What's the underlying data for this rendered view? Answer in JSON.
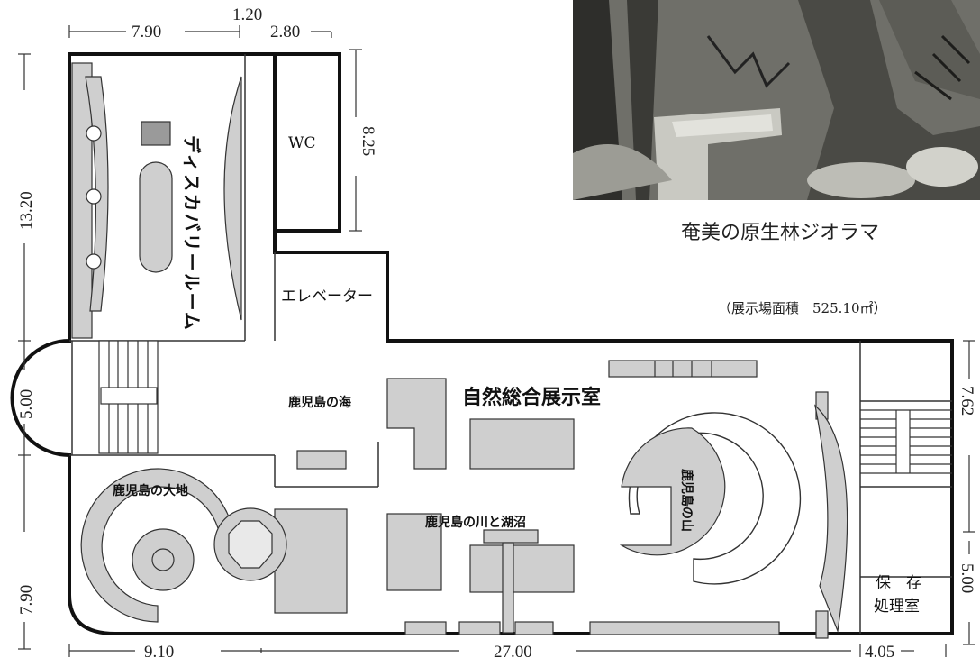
{
  "photo": {
    "caption": "奄美の原生林ジオラマ"
  },
  "floor_plan": {
    "area_note": "（展示場面積　525.10㎡）",
    "rooms": {
      "discovery_room": "ディスカバリールーム",
      "wc": "WC",
      "elevator": "エレベーター",
      "main_hall": "自然総合展示室",
      "storage_l1": "保　存",
      "storage_l2": "処理室"
    },
    "exhibits": {
      "sea": "鹿児島の海",
      "land": "鹿児島の大地",
      "rivers": "鹿児島の川と湖沼",
      "mountain": "鹿児島の山"
    },
    "dimensions": {
      "top_left": "7.90",
      "top_mid": "1.20",
      "top_right": "2.80",
      "wc_height": "8.25",
      "left_top": "13.20",
      "left_mid": "5.00",
      "left_bottom": "7.90",
      "right_top": "7.62",
      "right_bottom": "5.00",
      "bottom_left": "9.10",
      "bottom_mid": "27.00",
      "bottom_right": "4.05"
    }
  }
}
